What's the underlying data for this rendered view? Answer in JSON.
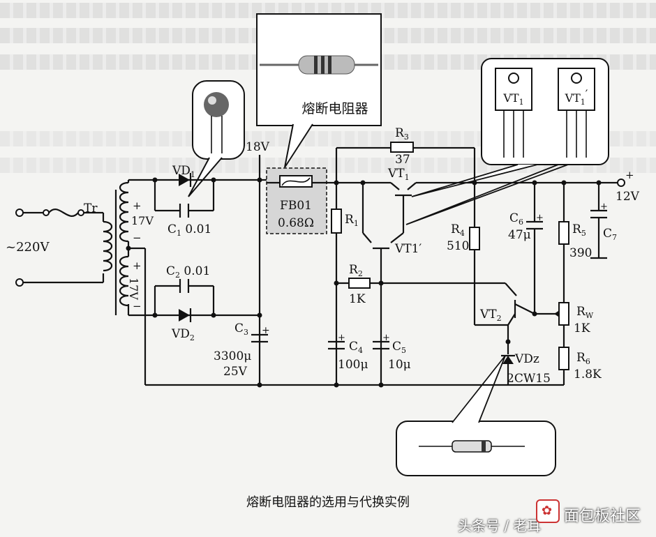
{
  "diagram": {
    "callout_resistor_title": "熔断电阻器",
    "fuse_label": "FB01",
    "fuse_value": "0.68Ω",
    "input_voltage": "~220V",
    "transformer": "Tr",
    "winding1": "17V",
    "winding2": "17V",
    "vd1": "VD",
    "vd1_sub": "1",
    "c1": "C",
    "c1_sub": "1",
    "c1_val": "0.01",
    "c2": "C",
    "c2_sub": "2",
    "c2_val": "0.01",
    "vd2": "VD",
    "vd2_sub": "2",
    "c3": "C",
    "c3_sub": "3",
    "c3_val1": "3300μ",
    "c3_val2": "25V",
    "v18": "18V",
    "r1": "R",
    "r1_sub": "1",
    "r2": "R",
    "r2_sub": "2",
    "r2_val": "1K",
    "r3": "R",
    "r3_sub": "3",
    "r3_val": "37",
    "vt1_top": "VT",
    "vt1_top_sub": "1",
    "vt1p": "VT1′",
    "c4": "C",
    "c4_sub": "4",
    "c4_val": "100μ",
    "c5": "C",
    "c5_sub": "5",
    "c5_val": "10μ",
    "r4": "R",
    "r4_sub": "4",
    "r4_val": "510",
    "c6": "C",
    "c6_sub": "6",
    "c6_val": "47μ",
    "vt2": "VT",
    "vt2_sub": "2",
    "vdz": "VDz",
    "vdz_val": "2CW15",
    "r5": "R",
    "r5_sub": "5",
    "r5_val": "390",
    "c7": "C",
    "c7_sub": "7",
    "rw": "R",
    "rw_sub": "W",
    "rw_val": "1K",
    "r6": "R",
    "r6_sub": "6",
    "r6_val": "1.8K",
    "out_voltage": "12V",
    "plus": "+",
    "minus": "−",
    "pkg_vt1": "VT",
    "pkg_vt1_sub": "1",
    "pkg_vt1p": "VT",
    "pkg_vt1p_sub": "1",
    "pkg_vt1p_prime": "′"
  },
  "caption": "熔断电阻器的选用与代换实例",
  "watermark": {
    "text": "头条号 / 老耳",
    "site": "面包板社区"
  }
}
